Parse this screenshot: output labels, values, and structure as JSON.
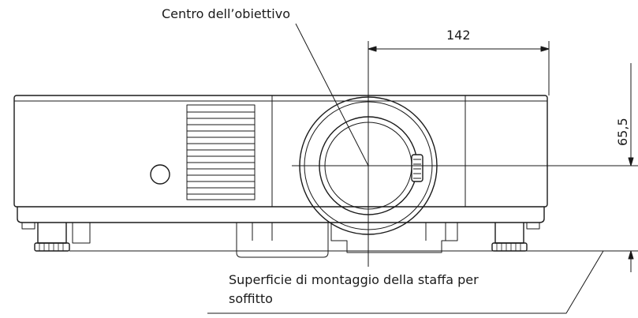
{
  "labels": {
    "lens_center": "Centro dell’obiettivo",
    "width_dimension": "142",
    "height_dimension": "65,5",
    "mount_surface_line1": "Superficie di montaggio della staffa per",
    "mount_surface_line2": "soffitto"
  },
  "colors": {
    "line": "#1a1a1a",
    "background": "#ffffff"
  }
}
